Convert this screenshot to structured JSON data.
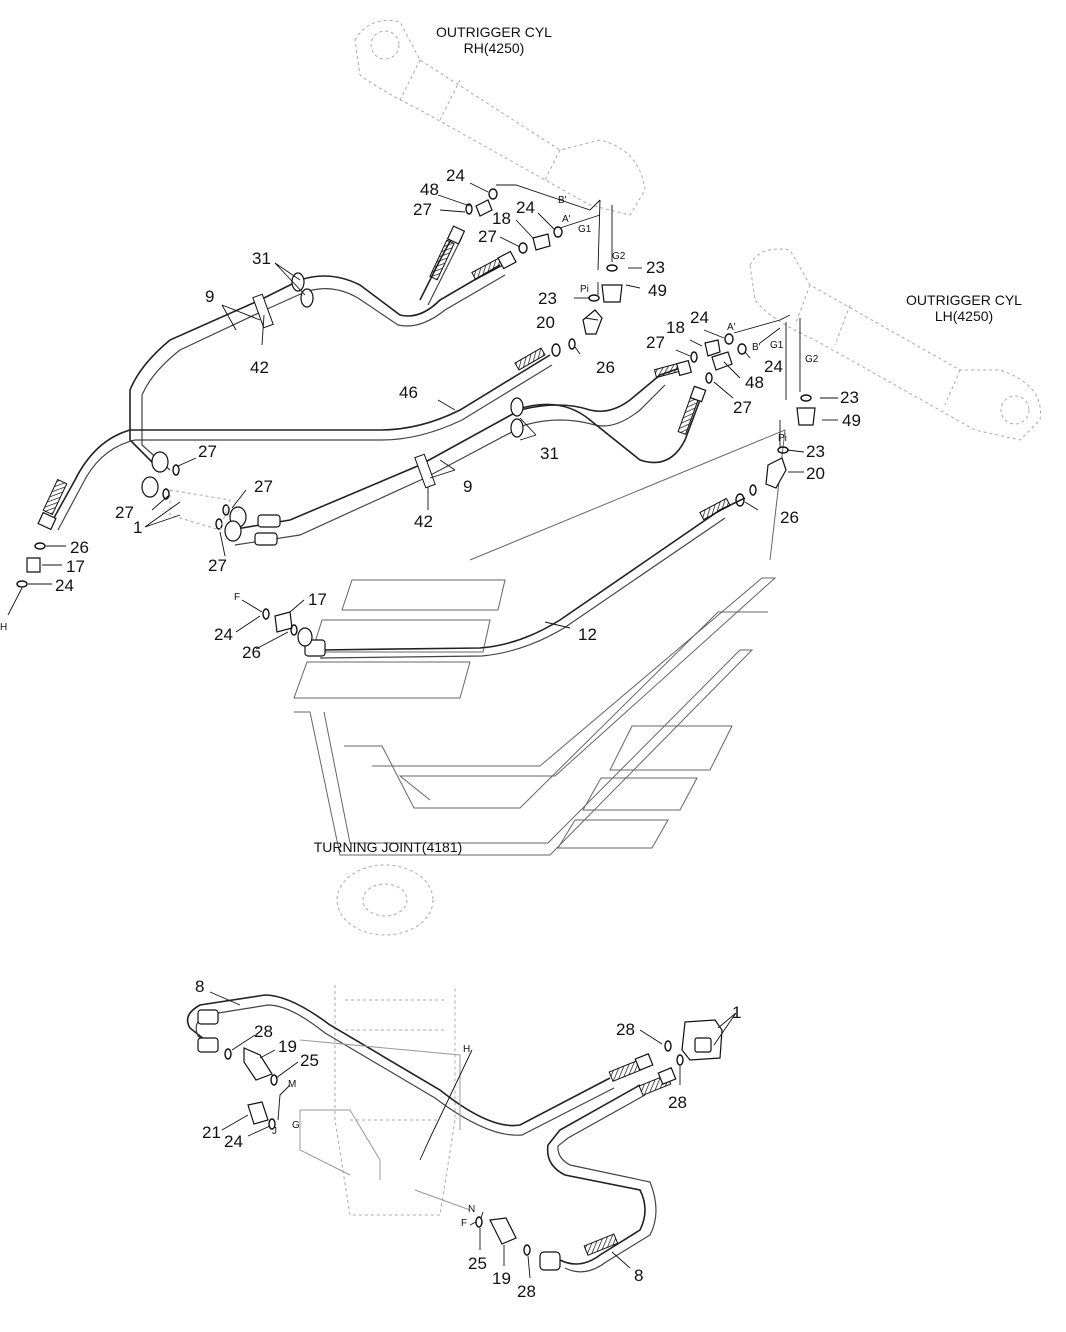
{
  "titles": {
    "rh_line1": "OUTRIGGER CYL",
    "rh_line2": "RH(4250)",
    "lh_line1": "OUTRIGGER CYL",
    "lh_line2": "LH(4250)",
    "turning_joint": "TURNING JOINT(4181)"
  },
  "ports": {
    "B_prime": "B'",
    "A_prime": "A'",
    "G1": "G1",
    "G2": "G2",
    "Pi": "Pi",
    "H": "H",
    "F": "F",
    "M": "M",
    "J": "J",
    "G": "G",
    "N": "N"
  },
  "callouts": [
    {
      "id": "c24a",
      "text": "24"
    },
    {
      "id": "c48a",
      "text": "48"
    },
    {
      "id": "c27a",
      "text": "27"
    },
    {
      "id": "c18a",
      "text": "18"
    },
    {
      "id": "c24b",
      "text": "24"
    },
    {
      "id": "c27b",
      "text": "27"
    },
    {
      "id": "c31a",
      "text": "31"
    },
    {
      "id": "c9a",
      "text": "9"
    },
    {
      "id": "c42a",
      "text": "42"
    },
    {
      "id": "c23a",
      "text": "23"
    },
    {
      "id": "c23b",
      "text": "23"
    },
    {
      "id": "c49a",
      "text": "49"
    },
    {
      "id": "c20a",
      "text": "20"
    },
    {
      "id": "c26a",
      "text": "26"
    },
    {
      "id": "c24c",
      "text": "24"
    },
    {
      "id": "c18b",
      "text": "18"
    },
    {
      "id": "c27c",
      "text": "27"
    },
    {
      "id": "c24d",
      "text": "24"
    },
    {
      "id": "c48b",
      "text": "48"
    },
    {
      "id": "c27d",
      "text": "27"
    },
    {
      "id": "c46",
      "text": "46"
    },
    {
      "id": "c23c",
      "text": "23"
    },
    {
      "id": "c49b",
      "text": "49"
    },
    {
      "id": "c31b",
      "text": "31"
    },
    {
      "id": "c23d",
      "text": "23"
    },
    {
      "id": "c20b",
      "text": "20"
    },
    {
      "id": "c27e",
      "text": "27"
    },
    {
      "id": "c27f",
      "text": "27"
    },
    {
      "id": "c9b",
      "text": "9"
    },
    {
      "id": "c27g",
      "text": "27"
    },
    {
      "id": "c1a",
      "text": "1"
    },
    {
      "id": "c26b",
      "text": "26"
    },
    {
      "id": "c42b",
      "text": "42"
    },
    {
      "id": "c27h",
      "text": "27"
    },
    {
      "id": "c26c",
      "text": "26"
    },
    {
      "id": "c17a",
      "text": "17"
    },
    {
      "id": "c24e",
      "text": "24"
    },
    {
      "id": "c17b",
      "text": "17"
    },
    {
      "id": "c24f",
      "text": "24"
    },
    {
      "id": "c26d",
      "text": "26"
    },
    {
      "id": "c12",
      "text": "12"
    },
    {
      "id": "c8a",
      "text": "8"
    },
    {
      "id": "c28a",
      "text": "28"
    },
    {
      "id": "c19a",
      "text": "19"
    },
    {
      "id": "c25a",
      "text": "25"
    },
    {
      "id": "c28b",
      "text": "28"
    },
    {
      "id": "c1b",
      "text": "1"
    },
    {
      "id": "c28c",
      "text": "28"
    },
    {
      "id": "c21",
      "text": "21"
    },
    {
      "id": "c24g",
      "text": "24"
    },
    {
      "id": "c25b",
      "text": "25"
    },
    {
      "id": "c19b",
      "text": "19"
    },
    {
      "id": "c28d",
      "text": "28"
    },
    {
      "id": "c8b",
      "text": "8"
    }
  ]
}
